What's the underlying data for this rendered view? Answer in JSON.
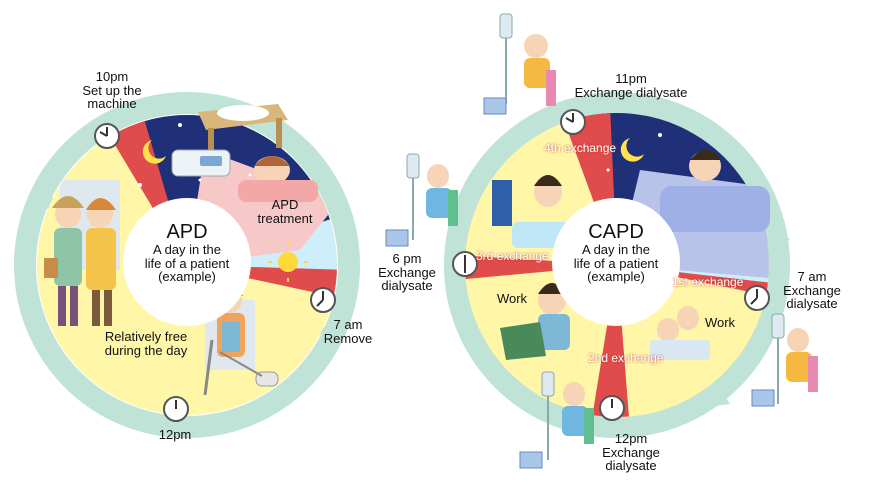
{
  "apd": {
    "title": "APD",
    "subtitle": [
      "A day in the",
      "life of a patient",
      "(example)"
    ],
    "treatment_label": [
      "APD",
      "treatment"
    ],
    "free_label": [
      "Relatively free",
      "during the day"
    ],
    "times": {
      "setup": [
        "10pm",
        "Set up the",
        "machine"
      ],
      "remove": [
        "7 am",
        "Remove"
      ],
      "noon": [
        "12pm"
      ]
    }
  },
  "capd": {
    "title": "CAPD",
    "subtitle": [
      "A day in the",
      "life of a patient",
      "(example)"
    ],
    "work_labels": [
      "Work",
      "Work"
    ],
    "exchange_tags": {
      "first": [
        "1st",
        "exchange"
      ],
      "second": [
        "2nd",
        "exchange"
      ],
      "third": [
        "3rd",
        "exchange"
      ],
      "fourth": [
        "4th",
        "exchange"
      ]
    },
    "times": {
      "t11pm": [
        "11pm",
        "Exchange dialysate"
      ],
      "t7am": [
        "7 am",
        "Exchange",
        "dialysate"
      ],
      "t12pm": [
        "12pm",
        "Exchange",
        "dialysate"
      ],
      "t6pm": [
        "6 pm",
        "Exchange",
        "dialysate"
      ]
    }
  },
  "colors": {
    "ring": "#bfe3d6",
    "night": "#1f2f78",
    "day": "#fff6a8",
    "sky": "#cfeefc",
    "pink": "#f7c8c8",
    "red_wedge": "#e04b4b",
    "clock_face": "#ffffff"
  }
}
